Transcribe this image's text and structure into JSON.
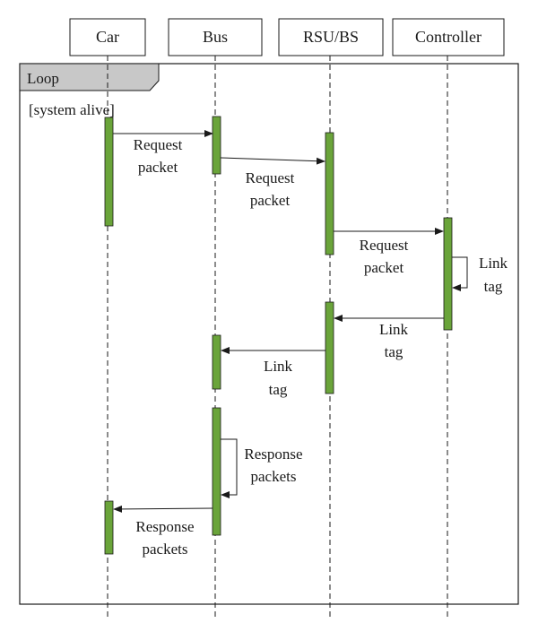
{
  "participants": [
    {
      "id": "car",
      "label": "Car"
    },
    {
      "id": "bus",
      "label": "Bus"
    },
    {
      "id": "rsu",
      "label": "RSU/BS"
    },
    {
      "id": "controller",
      "label": "Controller"
    }
  ],
  "fragment": {
    "operator": "Loop",
    "guard": "[system alive]"
  },
  "messages": [
    {
      "from": "car",
      "to": "bus",
      "label": [
        "Request",
        "packet"
      ]
    },
    {
      "from": "bus",
      "to": "rsu",
      "label": [
        "Request",
        "packet"
      ]
    },
    {
      "from": "rsu",
      "to": "controller",
      "label": [
        "Request",
        "packet"
      ]
    },
    {
      "from": "controller",
      "to": "controller",
      "label": [
        "Link",
        "tag"
      ]
    },
    {
      "from": "controller",
      "to": "rsu",
      "label": [
        "Link",
        "tag"
      ]
    },
    {
      "from": "rsu",
      "to": "bus",
      "label": [
        "Link",
        "tag"
      ]
    },
    {
      "from": "bus",
      "to": "bus",
      "label": [
        "Response",
        "packets"
      ]
    },
    {
      "from": "bus",
      "to": "car",
      "label": [
        "Response",
        "packets"
      ]
    }
  ],
  "colors": {
    "activation": "#6aa43a",
    "frame_header": "#c8c8c8",
    "line": "#1a1a1a"
  }
}
